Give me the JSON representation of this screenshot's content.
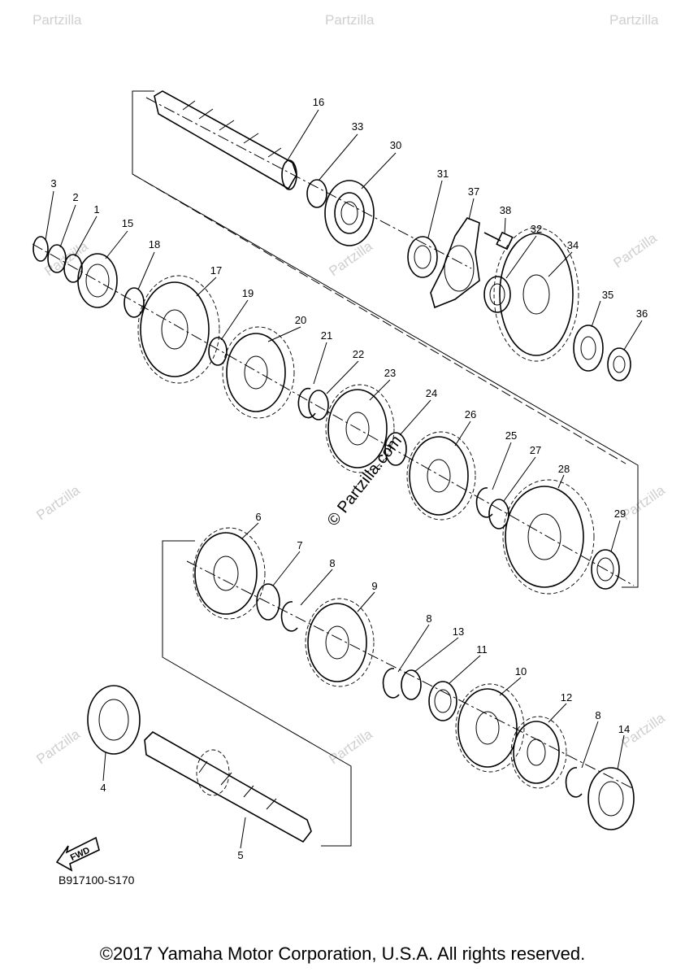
{
  "diagram": {
    "callouts": [
      "1",
      "2",
      "3",
      "4",
      "5",
      "6",
      "7",
      "8",
      "9",
      "10",
      "11",
      "12",
      "13",
      "14",
      "15",
      "16",
      "17",
      "18",
      "19",
      "20",
      "21",
      "22",
      "23",
      "24",
      "25",
      "26",
      "27",
      "28",
      "29",
      "30",
      "31",
      "32",
      "33",
      "34",
      "35",
      "36",
      "37",
      "38"
    ],
    "repeat_8": [
      "8",
      "8",
      "8"
    ],
    "fwd_badge": "FWD",
    "figure_code": "B917100-S170",
    "watermark": "Partzilla",
    "watermark_center": "© Partzilla.com",
    "copyright": "©2017 Yamaha Motor Corporation, U.S.A. All rights reserved."
  }
}
